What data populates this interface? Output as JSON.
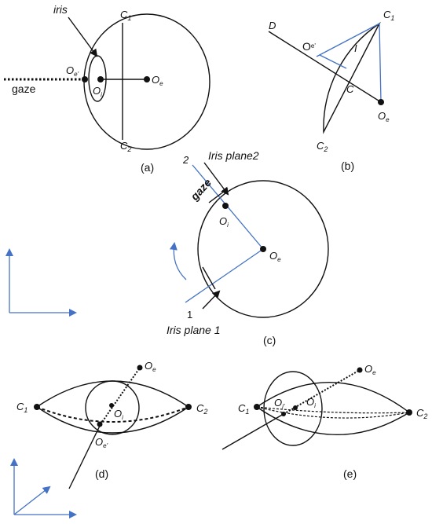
{
  "panel_a": {
    "caption": "(a)",
    "iris_label": "iris",
    "c1": "C",
    "c1_sub": "1",
    "c2": "C",
    "c2_sub": "2",
    "oe_prime": "O",
    "oe_prime_sub": "e'",
    "oi": "O",
    "oi_sub": "i",
    "oe": "O",
    "oe_sub": "e",
    "gaze_label": "gaze"
  },
  "panel_b": {
    "caption": "(b)",
    "d_label": "D",
    "c1": "C",
    "c1_sub": "1",
    "c2": "C",
    "c2_sub": "2",
    "oe_prime": "O",
    "oe_prime_sub": "e'",
    "i_label": "I",
    "c_label": "C",
    "oe": "O",
    "oe_sub": "e"
  },
  "panel_c": {
    "caption": "(c)",
    "num2": "2",
    "iris_plane2": "Iris plane2",
    "gaze_label": "gaze",
    "oi": "O",
    "oi_sub": "i",
    "oe": "O",
    "oe_sub": "e",
    "num1": "1",
    "iris_plane1": "Iris plane 1"
  },
  "panel_d": {
    "caption": "(d)",
    "oe": "O",
    "oe_sub": "e",
    "c1": "C",
    "c1_sub": "1",
    "c2": "C",
    "c2_sub": "2",
    "oi": "O",
    "oi_sub": "i",
    "oe_prime": "O",
    "oe_prime_sub": "e'"
  },
  "panel_e": {
    "caption": "(e)",
    "oe": "O",
    "oe_sub": "e",
    "c1": "C",
    "c1_sub": "1",
    "c2": "C",
    "c2_sub": "2",
    "oi_prime": "O",
    "oi_prime_sub": "i'",
    "oi": "O",
    "oi_sub": "i"
  },
  "colors": {
    "line": "#111111",
    "accent": "#4472c4"
  }
}
